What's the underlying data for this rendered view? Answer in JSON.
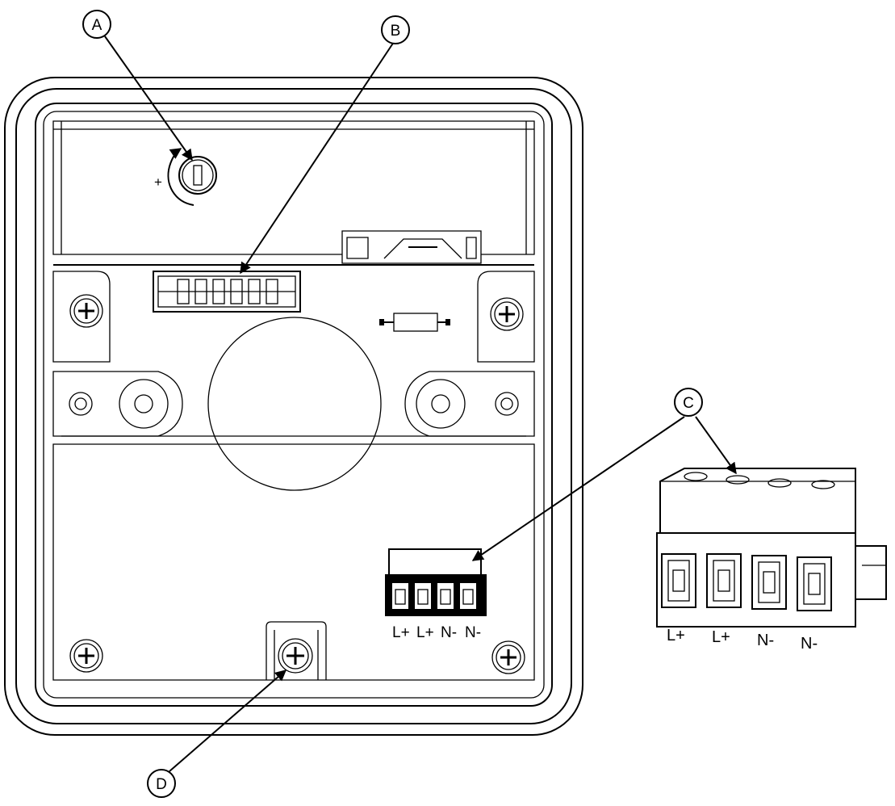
{
  "callouts": {
    "a": "A",
    "b": "B",
    "c": "C",
    "d": "D"
  },
  "adjuster_sign": "+",
  "terminal_small": [
    "L+",
    "L+",
    "N-",
    "N-"
  ],
  "terminal_large": [
    "L+",
    "L+",
    "N-",
    "N-"
  ]
}
